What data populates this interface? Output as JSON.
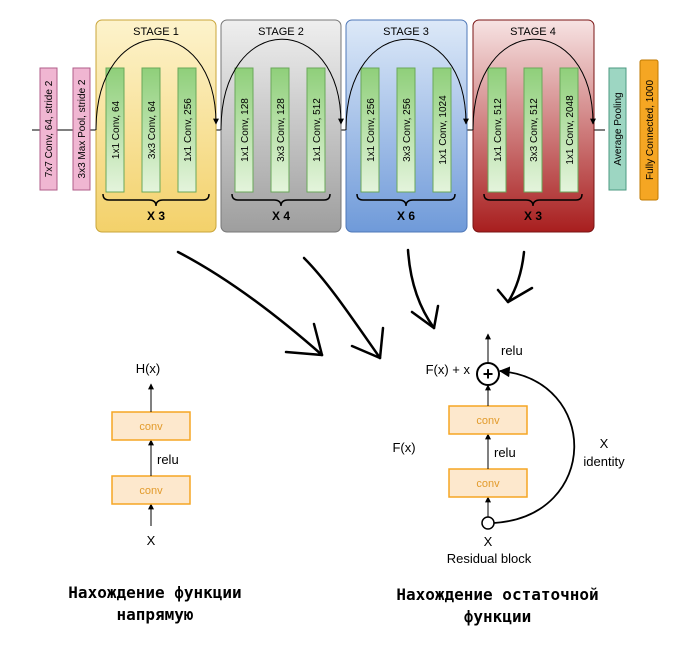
{
  "colors": {
    "stage1": "#f7e08c",
    "stage2": "#bcbcbc",
    "stage3": "#8eb3e6",
    "stage4": "#c23c3c",
    "layer_green": "#9fd68c",
    "pink": "#f0b6d2",
    "teal_box": "#9dd6c2",
    "fc_box": "#f5a623",
    "conv_fill": "#fde8cd",
    "conv_border": "#f5a623"
  },
  "network": {
    "input_layers": [
      "7x7 Conv, 64, stride 2",
      "3x3 Max Pool, stride 2"
    ],
    "stages": [
      {
        "title": "STAGE 1",
        "layers": [
          "1x1 Conv, 64",
          "3x3 Conv, 64",
          "1x1 Conv, 256"
        ],
        "repeat": "X 3"
      },
      {
        "title": "STAGE 2",
        "layers": [
          "1x1 Conv, 128",
          "3x3 Conv, 128",
          "1x1 Conv, 512"
        ],
        "repeat": "X 4"
      },
      {
        "title": "STAGE 3",
        "layers": [
          "1x1 Conv, 256",
          "3x3 Conv, 256",
          "1x1 Conv, 1024"
        ],
        "repeat": "X 6"
      },
      {
        "title": "STAGE 4",
        "layers": [
          "1x1 Conv, 512",
          "3x3 Conv, 512",
          "1x1 Conv, 2048"
        ],
        "repeat": "X 3"
      }
    ],
    "output_layers": [
      "Average Pooling",
      "Fully Connected, 1000"
    ]
  },
  "plain_block": {
    "output": "H(x)",
    "conv_top": "conv",
    "activation": "relu",
    "conv_bottom": "conv",
    "input": "X",
    "caption_line1": "Нахождение функции",
    "caption_line2": "напрямую"
  },
  "residual_block": {
    "relu_top": "relu",
    "sum_label": "F(x) + x",
    "plus": "+",
    "conv_top": "conv",
    "fx_label": "F(x)",
    "activation": "relu",
    "conv_bottom": "conv",
    "input": "X",
    "block_label": "Residual block",
    "identity_x": "X",
    "identity_label": "identity",
    "caption_line1": "Нахождение остаточной",
    "caption_line2": "функции"
  }
}
